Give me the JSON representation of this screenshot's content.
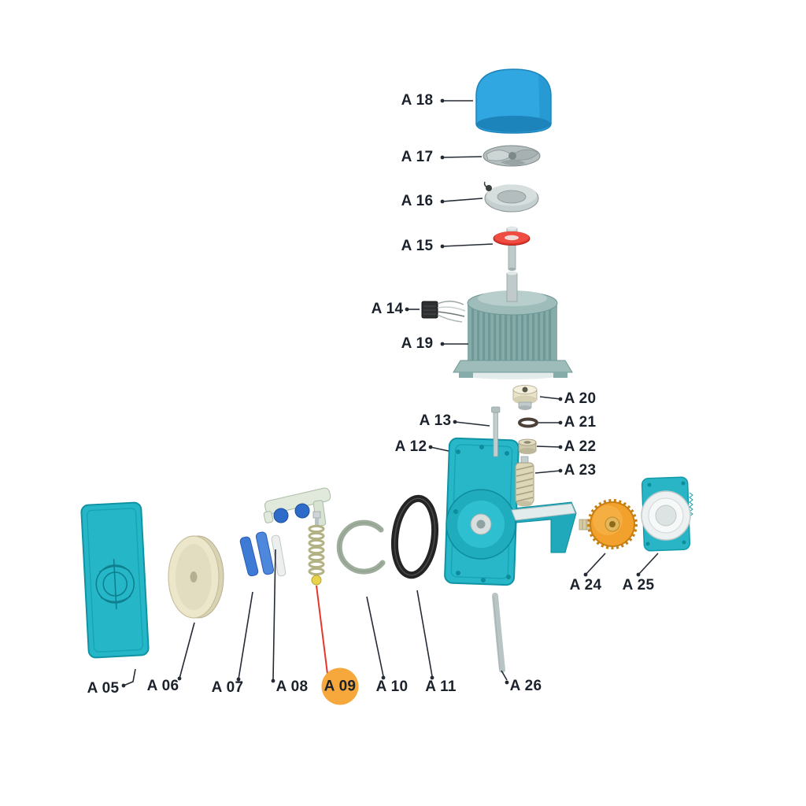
{
  "diagram": {
    "type": "exploded-parts-diagram",
    "background_color": "#ffffff",
    "label_text_color": "#1b222b",
    "leader_line_color": "#242b34",
    "highlighted_label": {
      "id": "a09",
      "circle_color": "#f6a83c",
      "leader_line_color": "#e8342a"
    },
    "labels": {
      "a05": {
        "text": "A 05"
      },
      "a06": {
        "text": "A 06"
      },
      "a07": {
        "text": "A 07"
      },
      "a08": {
        "text": "A 08"
      },
      "a09": {
        "text": "A 09"
      },
      "a10": {
        "text": "A 10"
      },
      "a11": {
        "text": "A 11"
      },
      "a12": {
        "text": "A 12"
      },
      "a13": {
        "text": "A 13"
      },
      "a14": {
        "text": "A 14"
      },
      "a15": {
        "text": "A 15"
      },
      "a16": {
        "text": "A 16"
      },
      "a17": {
        "text": "A 17"
      },
      "a18": {
        "text": "A 18"
      },
      "a19": {
        "text": "A 19"
      },
      "a20": {
        "text": "A 20"
      },
      "a21": {
        "text": "A 21"
      },
      "a22": {
        "text": "A 22"
      },
      "a23": {
        "text": "A 23"
      },
      "a24": {
        "text": "A 24"
      },
      "a25": {
        "text": "A 25"
      },
      "a26": {
        "text": "A 26"
      }
    },
    "parts": {
      "a05": "cover-panel",
      "a06": "drive-disc",
      "a07": "brake-pads",
      "a08": "roller-bracket",
      "a09": "spring-with-screw",
      "a10": "snap-ring",
      "a11": "gasket-ring",
      "a12": "gearbox-housing",
      "a13": "screw",
      "a14": "cable-connector",
      "a15": "shaft-seal-ring",
      "a16": "bearing-cover",
      "a17": "fan-impeller",
      "a18": "fan-cover-cap",
      "a19": "electric-motor",
      "a20": "coupling",
      "a21": "o-ring",
      "a22": "bushing",
      "a23": "worm-screw",
      "a24": "output-gear",
      "a25": "output-flange",
      "a26": "shaft-rod"
    },
    "part_colors": {
      "teal": "#25b7c8",
      "cap_blue": "#31a7e2",
      "gear_orange": "#f2a22c",
      "seal_red": "#e0362b",
      "gasket_black": "#242424",
      "disc_cream": "#ece7cb",
      "metal_gray": "#b9c4c4",
      "motor_gray_teal": "#86aca9",
      "roller_blue": "#2f6bc8"
    }
  }
}
